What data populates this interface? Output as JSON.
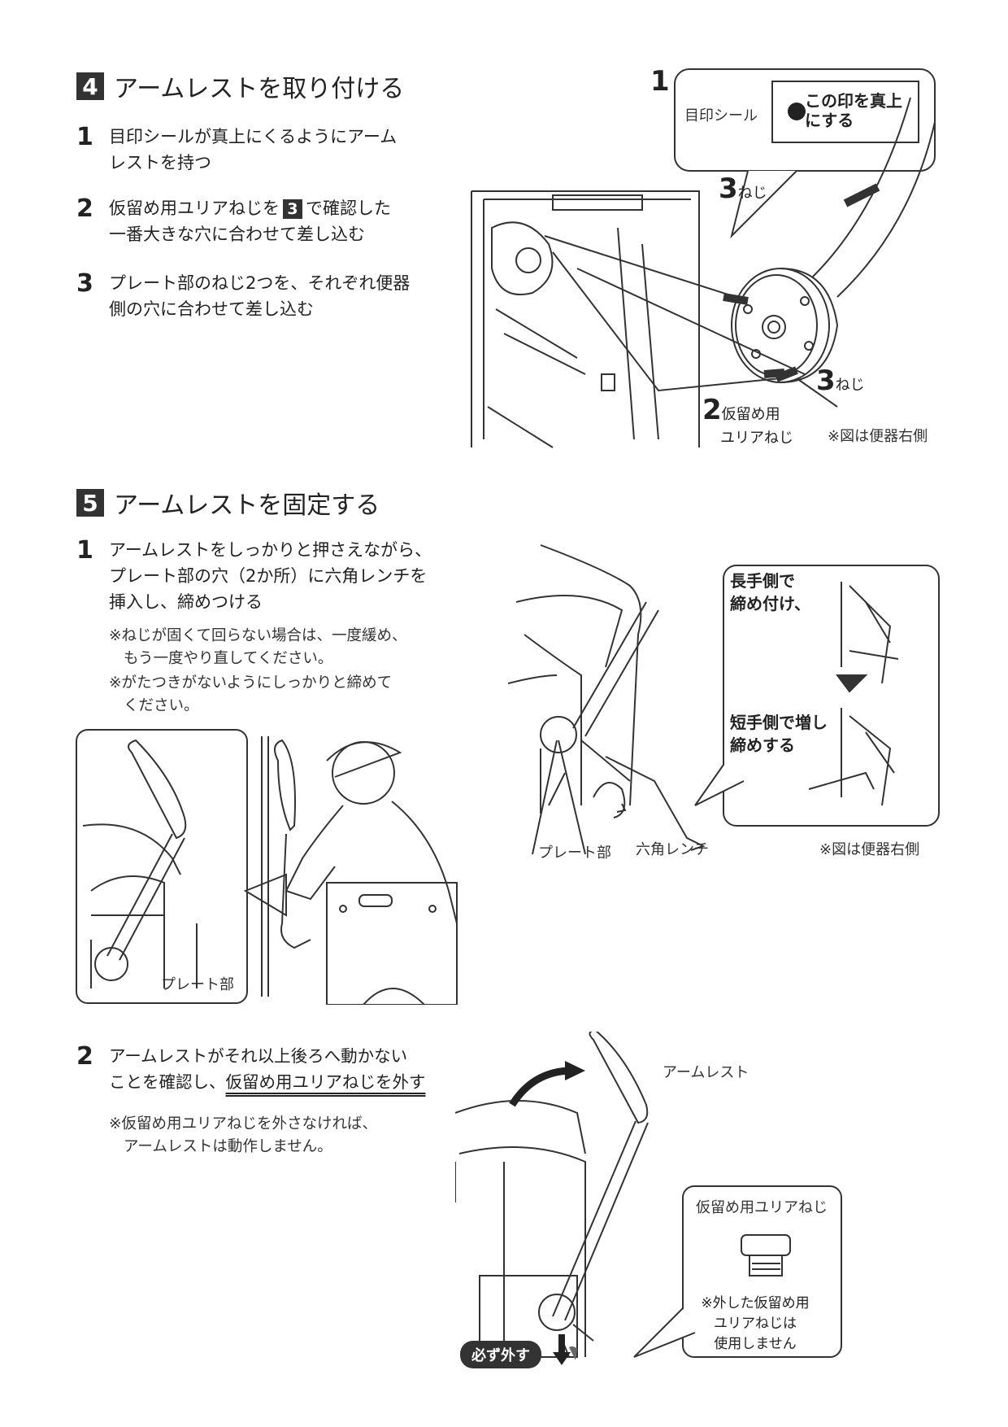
{
  "sec4": {
    "num": "4",
    "title": "アームレストを取り付ける",
    "steps": [
      {
        "num": "1",
        "line1": "目印シールが真上にくるようにアーム",
        "line2": "レストを持つ"
      },
      {
        "num": "2",
        "line1a": "仮留め用ユリアねじを",
        "badge": "3",
        "line1b": "で確認した",
        "line2": "一番大きな穴に合わせて差し込む"
      },
      {
        "num": "3",
        "line1": "プレート部のねじ2つを、それぞれ便器",
        "line2": "側の穴に合わせて差し込む"
      }
    ],
    "fig": {
      "callout_num": "1",
      "seal_label": "目印シール",
      "seal_text1": "この印を真上",
      "seal_text2": "にする",
      "label3a_num": "3",
      "label3a_text": "ねじ",
      "label3b_num": "3",
      "label3b_text": "ねじ",
      "label2_num": "2",
      "label2_line1": "仮留め用",
      "label2_line2": "ユリアねじ",
      "note": "※図は便器右側"
    }
  },
  "sec5": {
    "num": "5",
    "title": "アームレストを固定する",
    "step1": {
      "num": "1",
      "line1": "アームレストをしっかりと押さえながら、",
      "line2": "プレート部の穴（2か所）に六角レンチを",
      "line3": "挿入し、締めつける",
      "note1a": "※ねじが固くて回らない場合は、一度緩め、",
      "note1b": "もう一度やり直してください。",
      "note2a": "※がたつきがないようにしっかりと締めて",
      "note2b": "ください。"
    },
    "fig_left": {
      "plate_label": "プレート部"
    },
    "fig_right": {
      "long_side1": "長手側で",
      "long_side2": "締め付け、",
      "short_side1": "短手側で増し",
      "short_side2": "締めする",
      "plate_label": "プレート部",
      "wrench_label": "六角レンチ",
      "note": "※図は便器右側"
    },
    "step2": {
      "num": "2",
      "line1": "アームレストがそれ以上後ろへ動かない",
      "line2a": "ことを確認し、",
      "line2b": "仮留め用ユリアねじを外す",
      "note1": "※仮留め用ユリアねじを外さなければ、",
      "note2": "アームレストは動作しません。"
    },
    "fig_bottom": {
      "armrest_label": "アームレスト",
      "screw_title": "仮留め用ユリアねじ",
      "screw_note1": "※外した仮留め用",
      "screw_note2": "ユリアねじは",
      "screw_note3": "使用しません",
      "must_remove": "必ず外す"
    }
  }
}
